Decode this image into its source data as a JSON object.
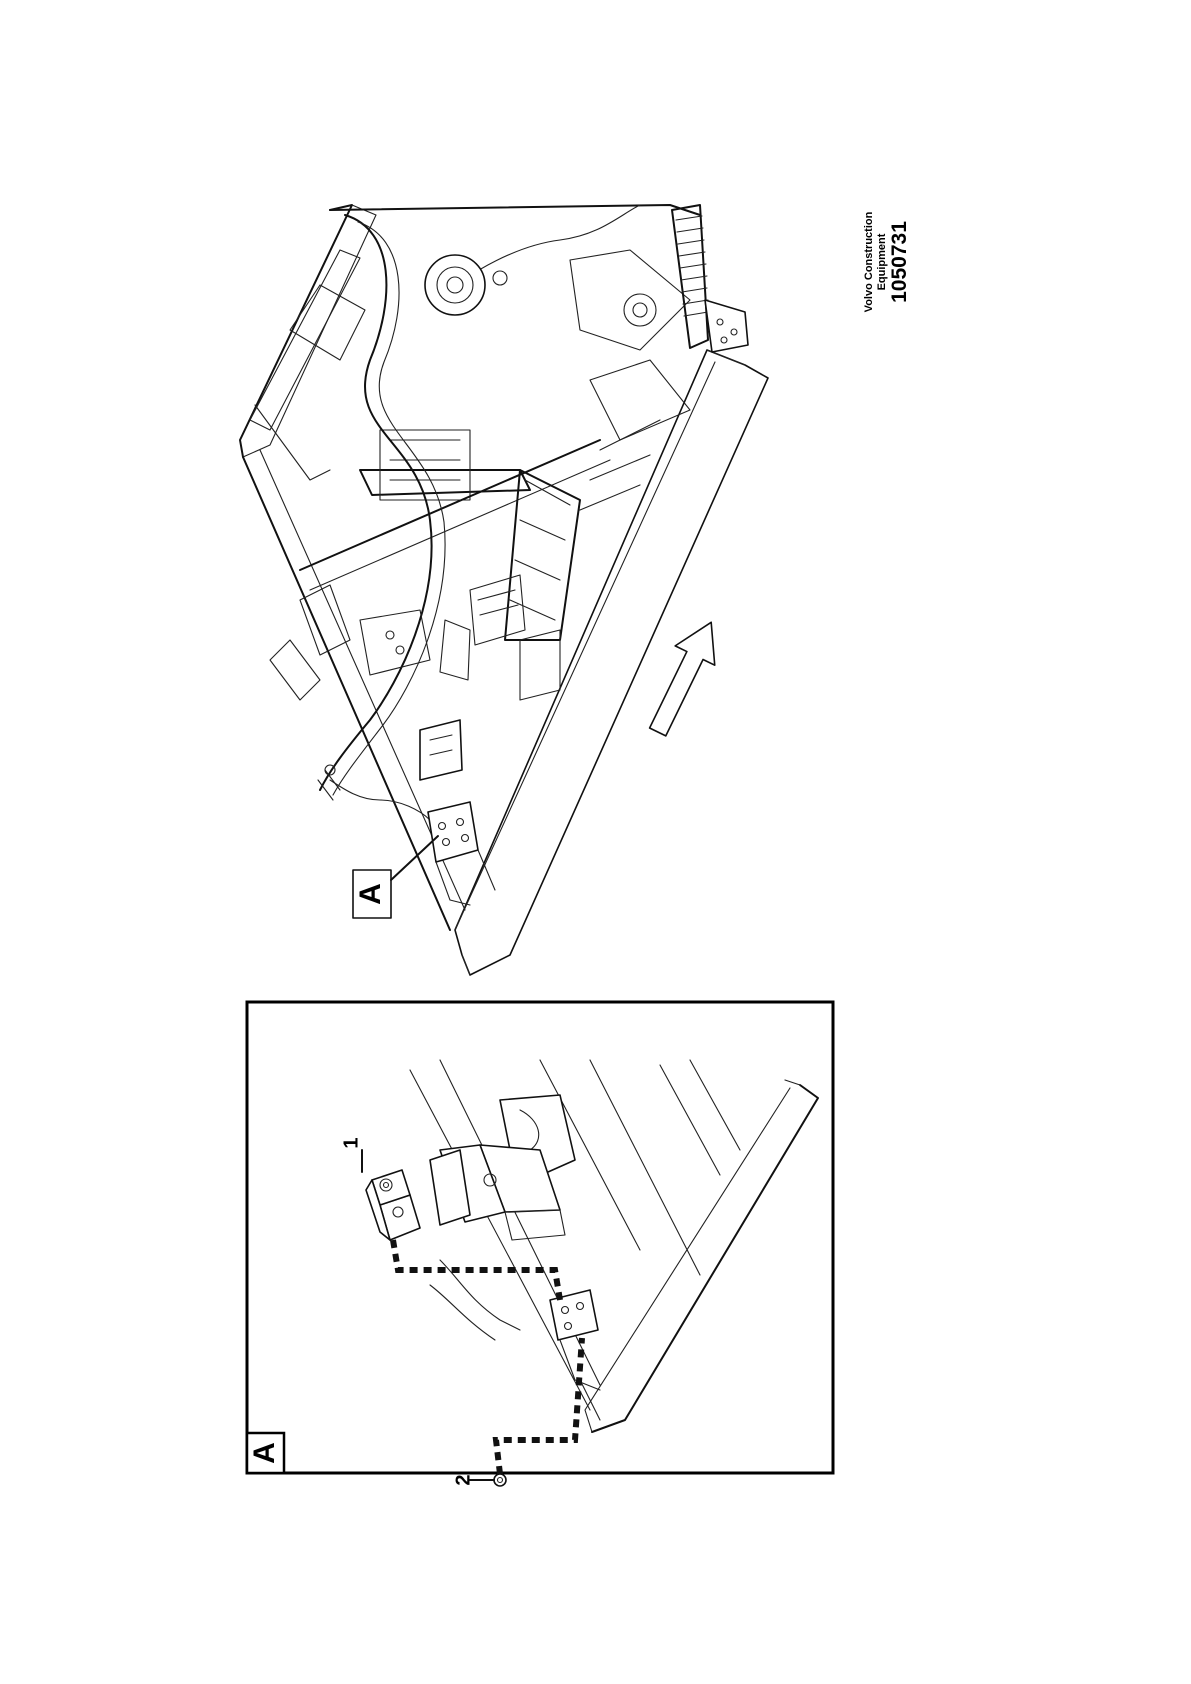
{
  "detail_view": {
    "detail_label": "A",
    "callout_label": "A",
    "callouts": [
      {
        "number": "1",
        "part": "junction-block"
      },
      {
        "number": "2",
        "part": "bolt"
      }
    ]
  },
  "title_block": {
    "company_line1": "Volvo Construction",
    "company_line2": "Equipment",
    "drawing_number": "1050731"
  },
  "icons": {
    "direction": "direction-arrow-icon"
  }
}
